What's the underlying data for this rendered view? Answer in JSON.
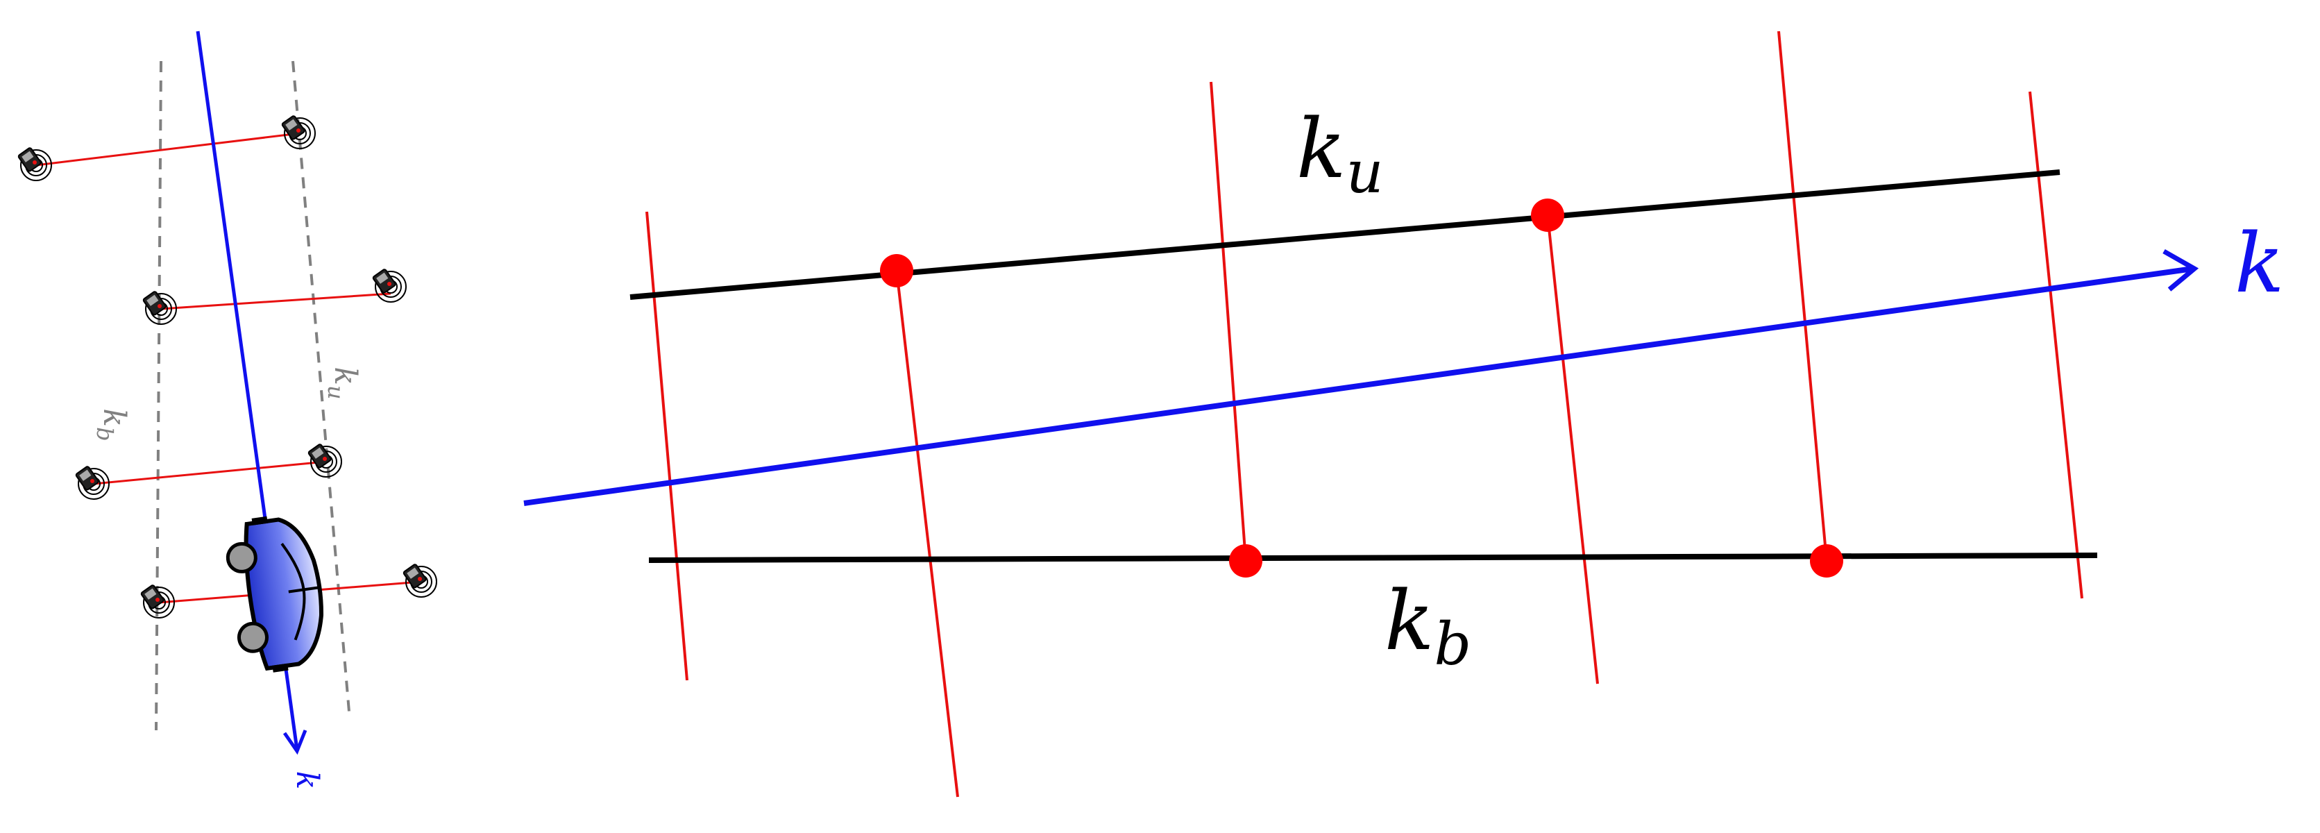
{
  "left_panel": {
    "label_kb": "k",
    "label_kb_sub": "b",
    "label_ku": "k",
    "label_ku_sub": "u",
    "label_k": "k"
  },
  "right_panel": {
    "label_ku": "k",
    "label_ku_sub": "u",
    "label_kb": "k",
    "label_kb_sub": "b",
    "label_k": "k"
  },
  "colors": {
    "trajectory": "#1010ee",
    "boundary_line": "#000000",
    "dashed_boundary": "#808080",
    "cross_line": "#e81010",
    "node": "#ff0000",
    "vehicle": "#4a5ae8"
  },
  "icons": [
    "phone-beacon-icon",
    "car-icon",
    "arrow-head-icon"
  ]
}
